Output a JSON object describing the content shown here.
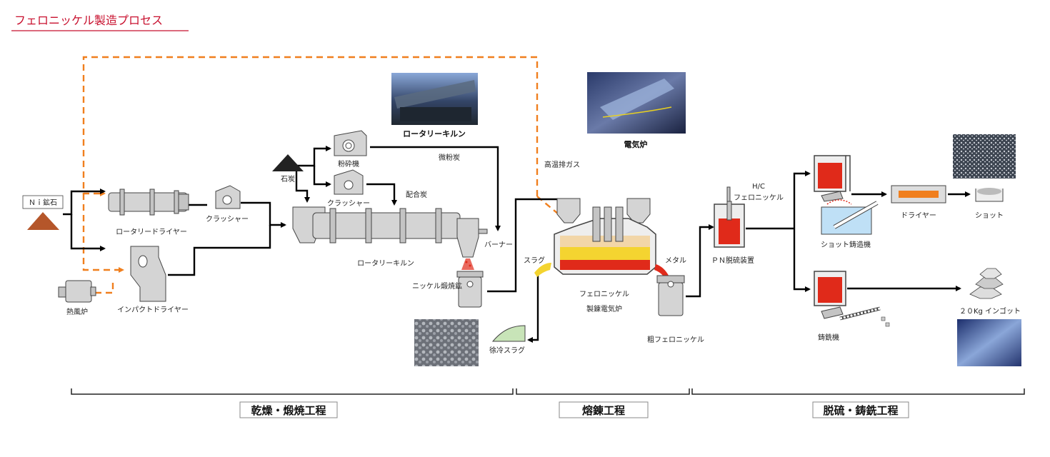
{
  "title": "フェロニッケル製造プロセス",
  "colors": {
    "title": "#c8102e",
    "hot_gas_line": "#f07f1e",
    "molten": "#e02a1a",
    "slag": "#f4d430",
    "ore": "#b5562a",
    "coal": "#222222",
    "equipment": "#cfcfcf"
  },
  "labels": {
    "ni_ore": "Ｎｉ鉱石",
    "hot_air_furnace": "熱風炉",
    "rotary_dryer": "ロータリードライヤー",
    "impact_dryer": "インパクトドライヤー",
    "crusher": "クラッシャー",
    "coal": "石炭",
    "pulverizer": "粉砕機",
    "crusher2": "クラッシャー",
    "fine_coal": "微粉炭",
    "blended_coal": "配合炭",
    "rotary_kiln_photo": "ロータリーキルン",
    "rotary_kiln": "ロータリーキルン",
    "burner": "バーナー",
    "calcined_ore": "ニッケル煅焼鉱",
    "hot_exhaust": "高温排ガス",
    "electric_furnace_photo": "電気炉",
    "slag": "スラグ",
    "metal": "メタル",
    "furnace_line1": "フェロニッケル",
    "furnace_line2": "製錬電気炉",
    "slow_cooled_slag": "徐冷スラグ",
    "crude_feni": "粗フェロニッケル",
    "hc_line1": "H/C",
    "hc_line2": "フェロニッケル",
    "pn_unit": "ＰＮ脱硫装置",
    "shot_casting": "ショット鋳造機",
    "dryer": "ドライヤー",
    "shot": "ショット",
    "pig_casting": "鋳銑機",
    "ingot": "２０Kg インゴット"
  },
  "stages": [
    {
      "label": "乾燥・煅焼工程"
    },
    {
      "label": "熔錬工程"
    },
    {
      "label": "脱硫・鋳銑工程"
    }
  ],
  "icons": {
    "ore_pile": "triangle-pile-icon",
    "coal_pile": "coal-pile-icon",
    "kiln_photo": "rotary-kiln-photo",
    "furnace_photo": "electric-furnace-photo",
    "slag_photo": "slag-rocks-photo",
    "shot_photo": "shot-pellets-photo",
    "ingot_photo": "ingot-photo"
  }
}
